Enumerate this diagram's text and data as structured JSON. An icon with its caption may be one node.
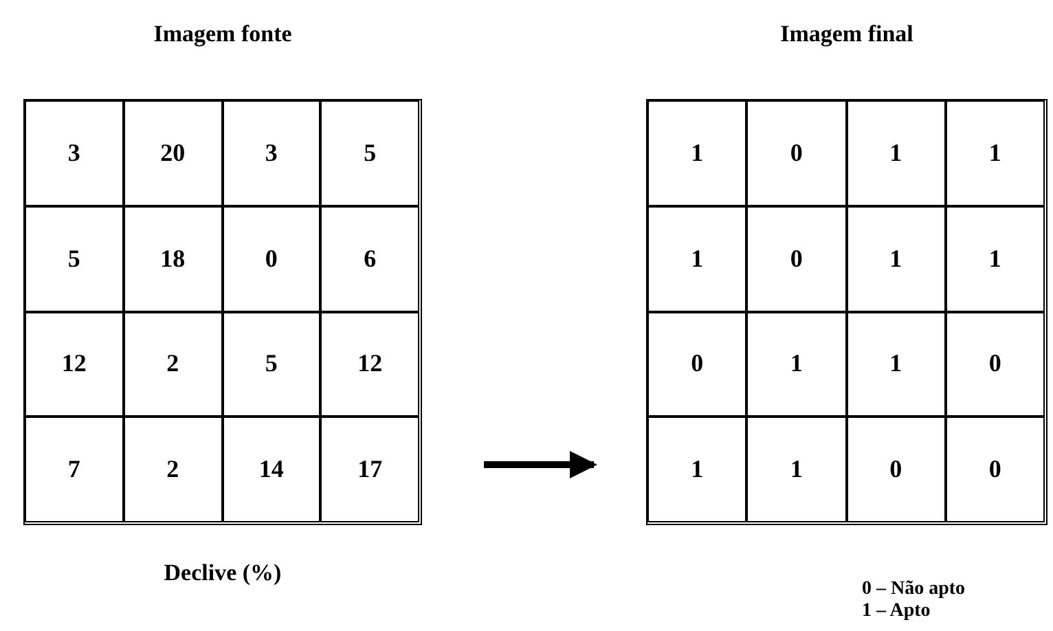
{
  "diagram": {
    "nodes": [
      {
        "text": [
          "Imagem fonte"
        ],
        "beside": [
          "Declive (%)"
        ]
      },
      {
        "text": [
          "3"
        ],
        "in": 0
      },
      {
        "text": [
          "20"
        ],
        "in": 0
      },
      {
        "text": [
          "3"
        ],
        "in": 0
      },
      {
        "text": [
          "5"
        ],
        "in": 0
      },
      {
        "text": [
          "5"
        ],
        "in": 0
      },
      {
        "text": [
          "18"
        ],
        "in": 0
      },
      {
        "text": [
          "0"
        ],
        "in": 0
      },
      {
        "text": [
          "6"
        ],
        "in": 0
      },
      {
        "text": [
          "12"
        ],
        "in": 0
      },
      {
        "text": [
          "2"
        ],
        "in": 0
      },
      {
        "text": [
          "5"
        ],
        "in": 0
      },
      {
        "text": [
          "12"
        ],
        "in": 0
      },
      {
        "text": [
          "7"
        ],
        "in": 0
      },
      {
        "text": [
          "2"
        ],
        "in": 0
      },
      {
        "text": [
          "14"
        ],
        "in": 0
      },
      {
        "text": [
          "17"
        ],
        "in": 0
      },
      {
        "text": [
          "Imagem final"
        ]
      },
      {
        "text": [
          "1"
        ],
        "in": 17
      },
      {
        "text": [
          "0"
        ],
        "in": 17
      },
      {
        "text": [
          "1"
        ],
        "in": 17
      },
      {
        "text": [
          "1"
        ],
        "in": 17
      },
      {
        "text": [
          "1"
        ],
        "in": 17
      },
      {
        "text": [
          "0"
        ],
        "in": 17
      },
      {
        "text": [
          "1"
        ],
        "in": 17
      },
      {
        "text": [
          "1"
        ],
        "in": 17
      },
      {
        "text": [
          "0"
        ],
        "in": 17
      },
      {
        "text": [
          "1"
        ],
        "in": 17
      },
      {
        "text": [
          "1"
        ],
        "in": 17
      },
      {
        "text": [
          "0"
        ],
        "in": 17
      },
      {
        "text": [
          "1"
        ],
        "in": 17
      },
      {
        "text": [
          "1"
        ],
        "in": 17
      },
      {
        "text": [
          "0"
        ],
        "in": 17
      },
      {
        "text": [
          "0"
        ],
        "in": 17
      }
    ],
    "edges": [
      {
        "from": 0,
        "to": 17,
        "arrow": "to"
      }
    ],
    "labels": [
      "0 – Não apto",
      "1 – Apto"
    ]
  }
}
